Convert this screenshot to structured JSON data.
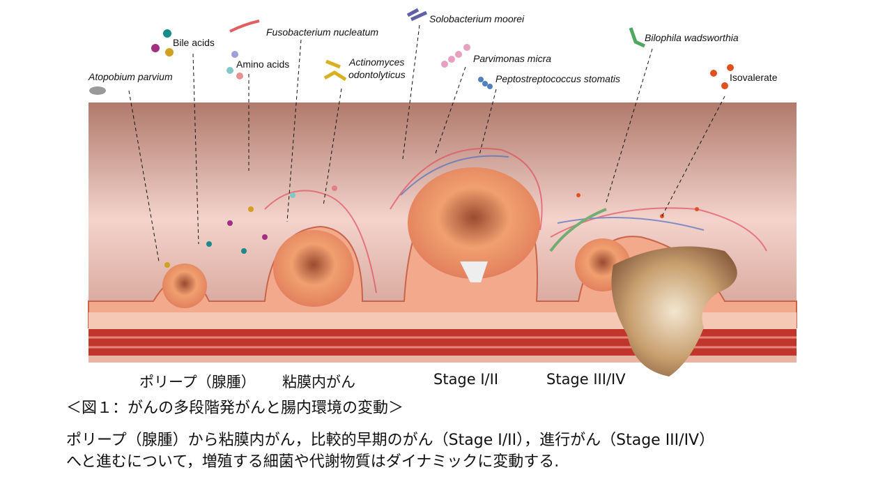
{
  "figure": {
    "labels": {
      "atopobium": "Atopobium parvium",
      "bile_acids": "Bile acids",
      "amino_acids": "Amino acids",
      "fusobacterium": "Fusobacterium nucleatum",
      "actinomyces_1": "Actinomyces",
      "actinomyces_2": "odontolyticus",
      "solobacterium": "Solobacterium moorei",
      "parvimonas": "Parvimonas micra",
      "peptostreptococcus": "Peptostreptococcus stomatis",
      "bilophila": "Bilophila wadsworthia",
      "isovalerate": "Isovalerate"
    },
    "stages": [
      "ポリープ（腺腫）",
      "粘膜内がん",
      "Stage I/II",
      "Stage III/IV"
    ],
    "colors": {
      "lumen": "#c58a7c",
      "mucosa": "#f2a98c",
      "muscle": "#c0362c"
    }
  },
  "caption": {
    "title": "＜図１：がんの多段階発がんと腸内環境の変動＞",
    "line1": "ポリープ（腺腫）から粘膜内がん，比較的早期のがん（Stage I/II），進行がん（Stage III/IV）",
    "line2": "へと進むについて，増殖する細菌や代謝物質はダイナミックに変動する."
  }
}
